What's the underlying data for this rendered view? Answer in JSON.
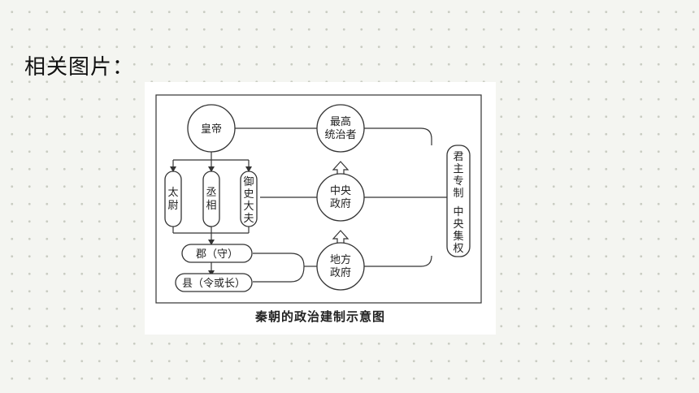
{
  "slide": {
    "title": "相关图片："
  },
  "diagram": {
    "caption": "秦朝的政治建制示意图",
    "nodes": {
      "emperor": "皇帝",
      "supreme_ruler": [
        "最高",
        "统治者"
      ],
      "central_gov": [
        "中央",
        "政府"
      ],
      "local_gov": [
        "地方",
        "政府"
      ],
      "taiwei": [
        "太",
        "尉"
      ],
      "chengxiang": [
        "丞",
        "相"
      ],
      "yushi": [
        "御",
        "史",
        "大",
        "夫"
      ],
      "jun": "郡（守）",
      "xian": "县（令或长）",
      "system": [
        "君",
        "主",
        "专",
        "制",
        "中",
        "央",
        "集",
        "权"
      ]
    }
  }
}
